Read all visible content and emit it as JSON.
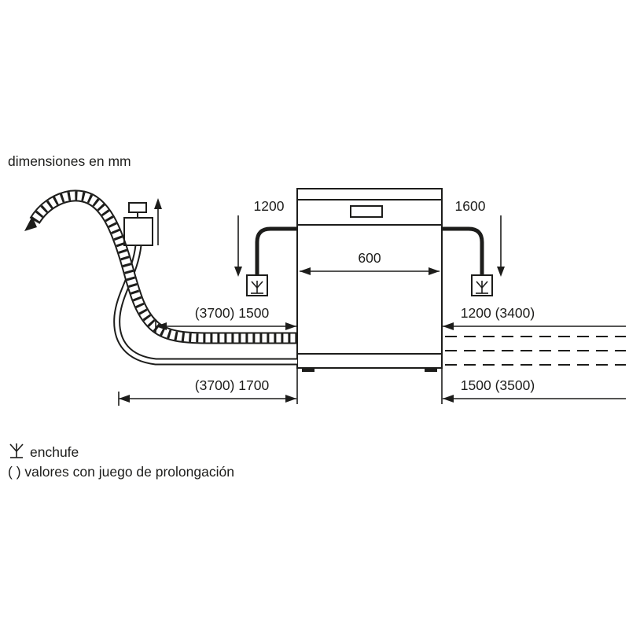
{
  "title": "dimensiones en mm",
  "dimensions": {
    "cable_left": "1200",
    "cable_right": "1600",
    "appliance_width": "600",
    "mid_left": "(3700) 1500",
    "mid_right": "1200 (3400)",
    "bottom_left": "(3700) 1700",
    "bottom_right": "1500 (3500)"
  },
  "legend": {
    "plug_label": "enchufe",
    "extension_note": "( ) valores con juego de prolongación"
  },
  "icons": {
    "plug": "plug-icon",
    "tap": "tap-icon",
    "drain_arrow": "drain-direction-arrow-icon"
  },
  "colors": {
    "line": "#1d1d1b",
    "background": "#ffffff"
  }
}
